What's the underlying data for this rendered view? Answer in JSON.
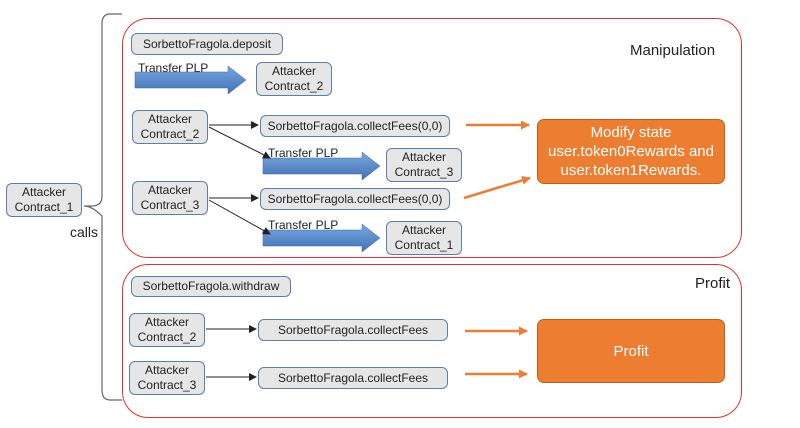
{
  "side": {
    "caller": "Attacker\nContract_1",
    "calls_label": "calls"
  },
  "manipulation": {
    "title": "Manipulation",
    "deposit": "SorbettoFragola.deposit",
    "transfer_label": "Transfer PLP",
    "contract_2": "Attacker\nContract_2",
    "contract_3": "Attacker\nContract_3",
    "contract_1": "Attacker\nContract_1",
    "collect_fees_call": "SorbettoFragola.collectFees(0,0)",
    "result": "Modify state\nuser.token0Rewards and\nuser.token1Rewards."
  },
  "profit": {
    "title": "Profit",
    "withdraw": "SorbettoFragola.withdraw",
    "contract_2": "Attacker\nContract_2",
    "contract_3": "Attacker\nContract_3",
    "collect_fees_call": "SorbettoFragola.collectFees",
    "result": "Profit"
  },
  "colors": {
    "panel_border": "#e03030",
    "orange": "#ed7d31",
    "blue_arrow": "#4a7fc4",
    "box_fill": "#e6e6e6"
  }
}
